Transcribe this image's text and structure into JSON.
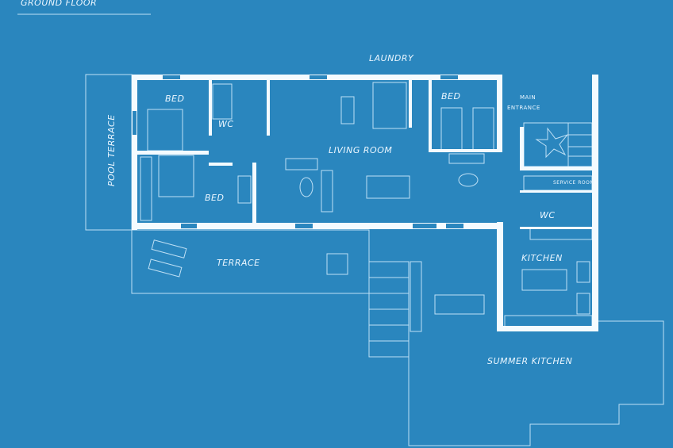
{
  "title": "GROUND FLOOR",
  "colors": {
    "background": "#2a86be",
    "lines": "#eaf6ff"
  },
  "rooms": {
    "laundry": "LAUNDRY",
    "bed_top_left": "BED",
    "wc_top": "WC",
    "living_room": "LIVING ROOM",
    "bed_top_right": "BED",
    "main_entrance_1": "MAIN",
    "main_entrance_2": "ENTRANCE",
    "service_room": "SERVICE ROOM",
    "wc_right": "WC",
    "bed_bottom": "BED",
    "pool_terrace": "POOL TERRACE",
    "terrace": "TERRACE",
    "kitchen": "KITCHEN",
    "summer_kitchen": "SUMMER KITCHEN"
  }
}
